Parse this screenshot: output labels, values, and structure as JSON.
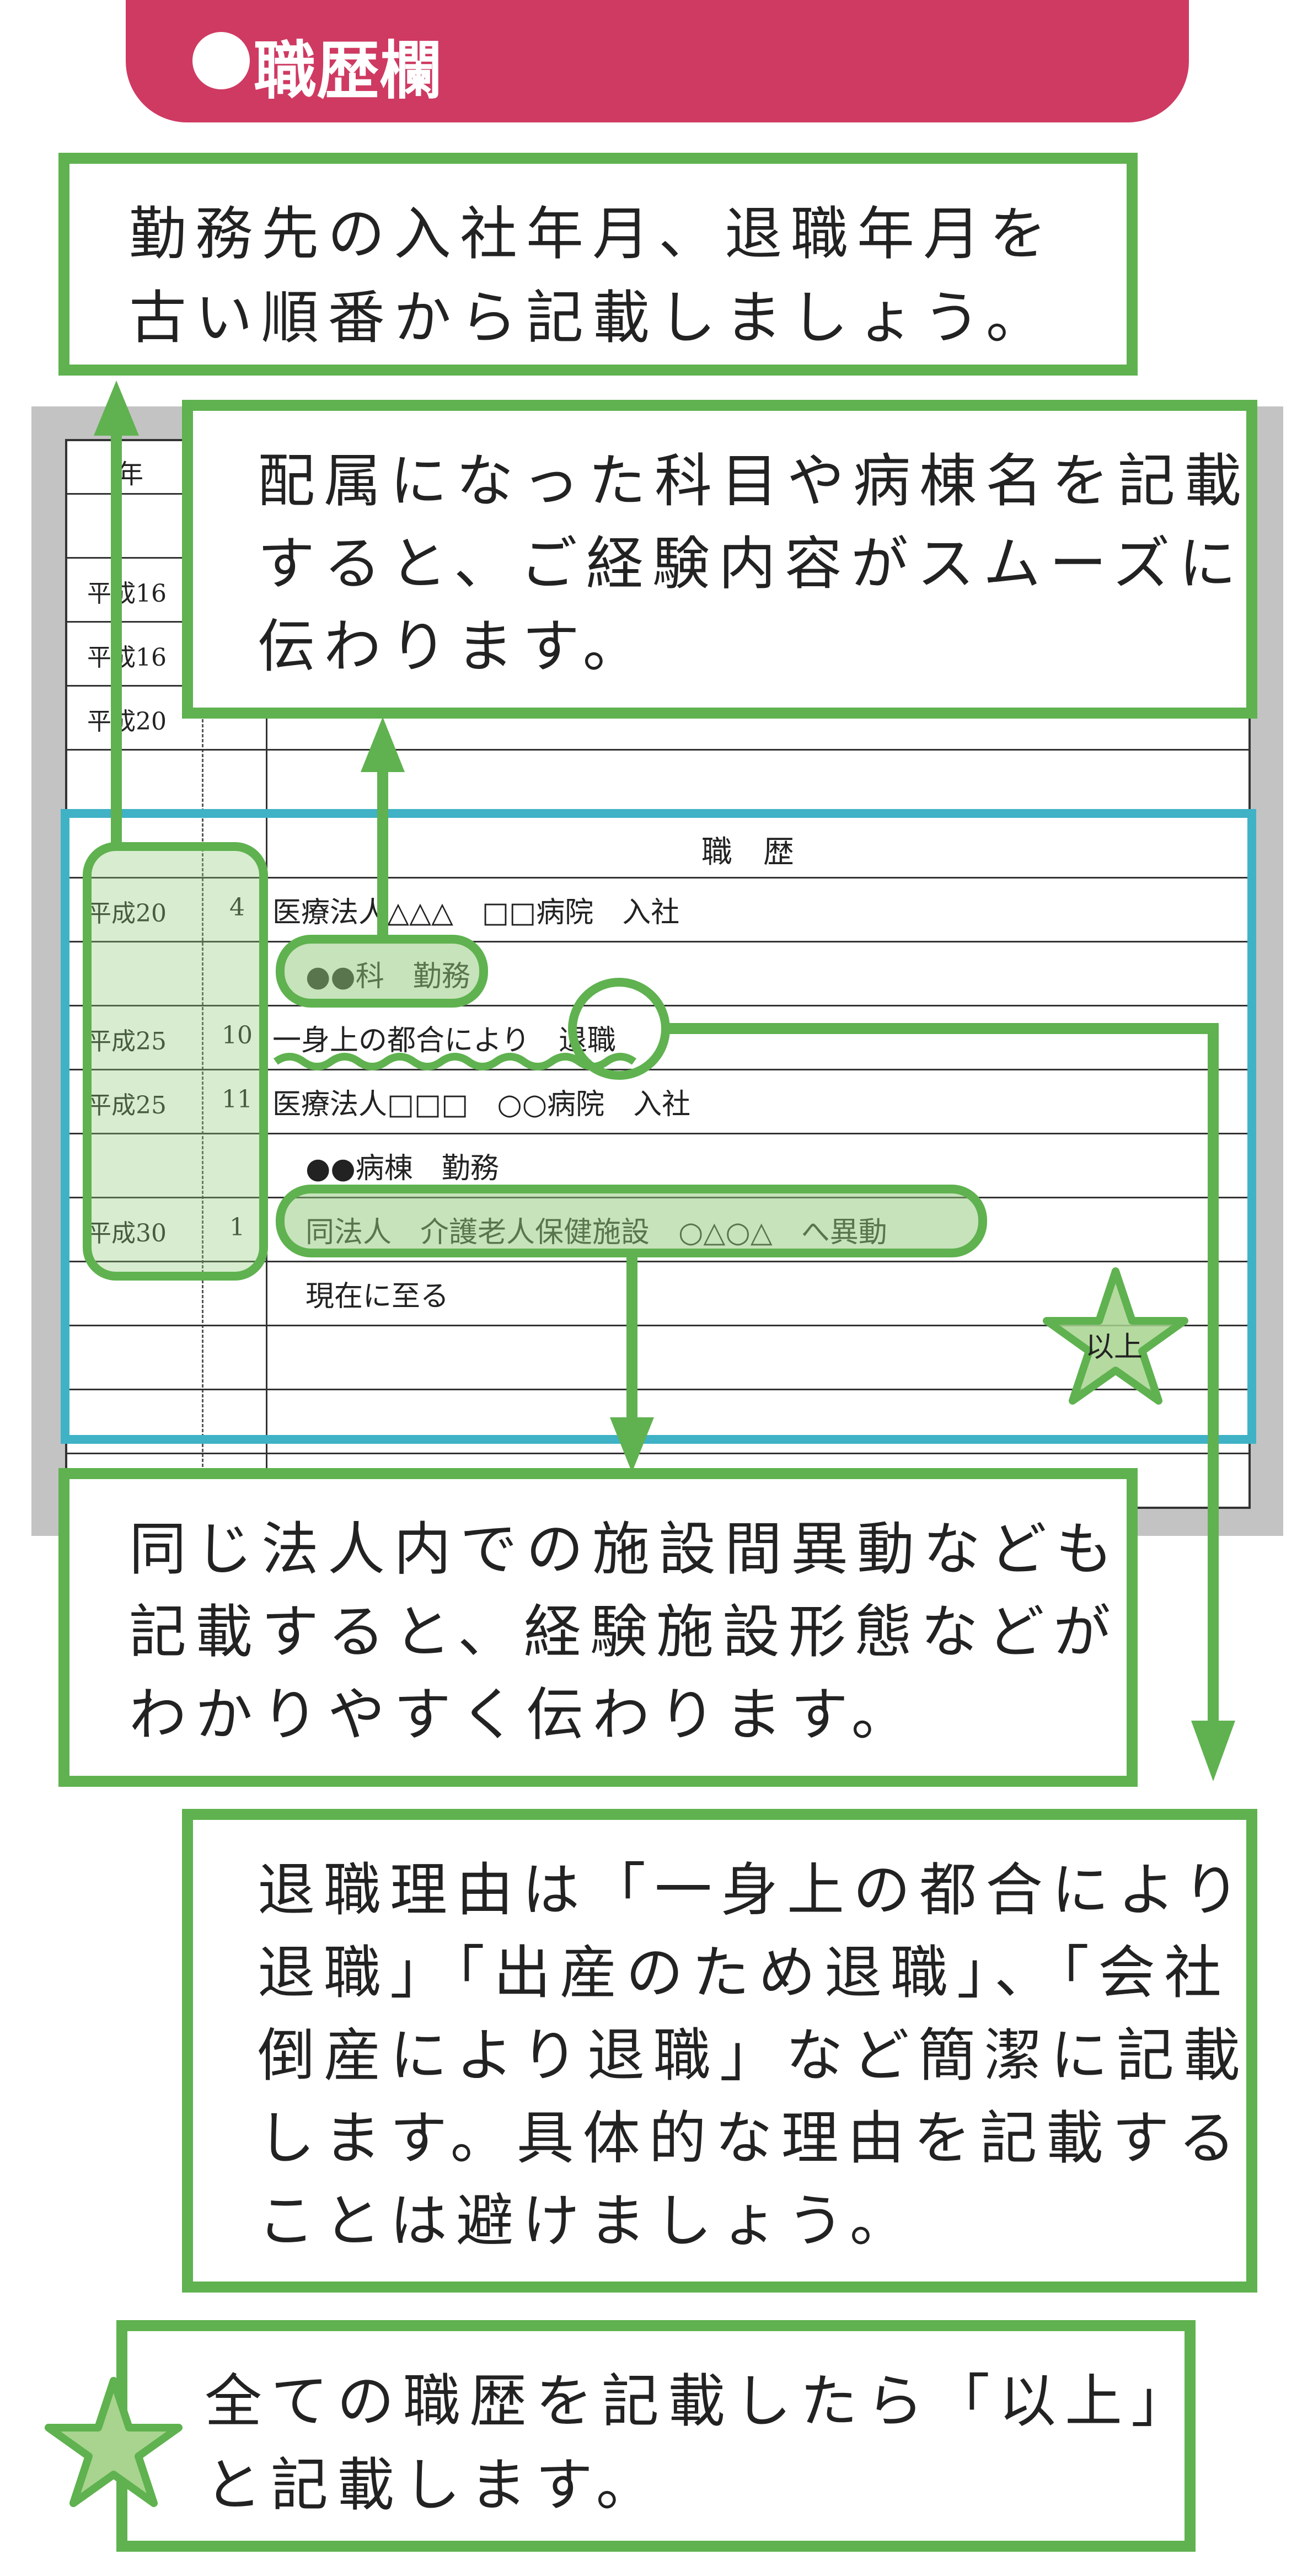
{
  "header": {
    "title": "職歴欄"
  },
  "notes": {
    "top": [
      "勤務先の入社年月、退職年月を",
      "古い順番から記載しましょう。"
    ],
    "dept": [
      "配属になった科目や病棟名を記載",
      "すると、ご経験内容がスムーズに",
      "伝わります。"
    ],
    "transfer": [
      "同じ法人内での施設間異動なども",
      "記載すると、経験施設形態などが",
      "わかりやすく伝わります。"
    ],
    "resign": [
      "退職理由は「一身上の都合により",
      "退職」「出産のため退職」、「会社",
      "倒産により退職」など簡潔に記載",
      "します。具体的な理由を記載する",
      "ことは避けましょう。"
    ],
    "ijo": [
      "全ての職歴を記載したら「以上」",
      "と記載します。"
    ]
  },
  "form": {
    "year_header": "年",
    "education_rows": [
      {
        "era": "平成16",
        "text": ""
      },
      {
        "era": "平成16",
        "text": ""
      },
      {
        "era": "平成20",
        "text": ""
      }
    ],
    "section_title": "職　歴",
    "rows": [
      {
        "era": "平成20",
        "month": "4",
        "text": "医療法人△△△　□□病院　入社"
      },
      {
        "era": "",
        "month": "",
        "text": "●●科　勤務"
      },
      {
        "era": "平成25",
        "month": "10",
        "text": "一身上の都合により　退職"
      },
      {
        "era": "平成25",
        "month": "11",
        "text": "医療法人□□□　○○病院　入社"
      },
      {
        "era": "",
        "month": "",
        "text": "●●病棟　勤務"
      },
      {
        "era": "平成30",
        "month": "1",
        "text": "同法人　介護老人保健施設　○△○△　へ異動"
      },
      {
        "era": "",
        "month": "",
        "text": "現在に至る"
      }
    ],
    "ijo_label": "以上"
  },
  "colors": {
    "header": "#cf3a62",
    "green": "#5fb24f",
    "light_green": "#a8d48f",
    "blue": "#3fb2c6",
    "gray": "#c3c3c3"
  }
}
